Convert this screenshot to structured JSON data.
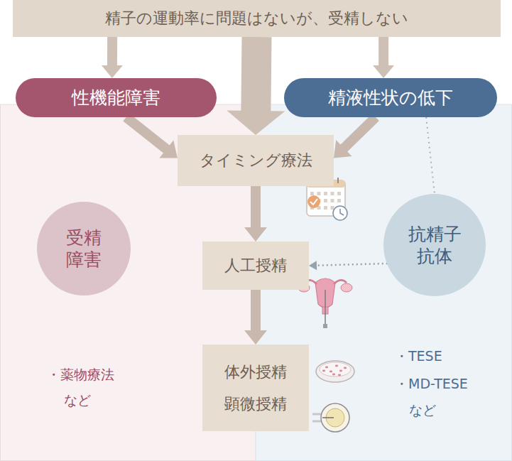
{
  "diagram": {
    "nodes": [
      {
        "text": [
          "精子の運動率に問題はないが、受精しない"
        ]
      },
      {
        "text": [
          "性機能障害"
        ]
      },
      {
        "text": [
          "精液性状の低下"
        ]
      },
      {
        "text": [
          "タイミング療法"
        ]
      },
      {
        "text": [
          "受精障害"
        ]
      },
      {
        "text": [
          "抗精子抗体"
        ]
      },
      {
        "text": [
          "人工授精"
        ]
      },
      {
        "text": [
          "体外授精",
          "顕微授精"
        ]
      }
    ],
    "edges": [
      {
        "from": 0,
        "to": 1,
        "arrow": "to"
      },
      {
        "from": 0,
        "to": 3,
        "arrow": "to"
      },
      {
        "from": 0,
        "to": 2,
        "arrow": "to"
      },
      {
        "from": 1,
        "to": 3,
        "arrow": "to"
      },
      {
        "from": 2,
        "to": 3,
        "arrow": "to"
      },
      {
        "from": 3,
        "to": 6,
        "arrow": "to"
      },
      {
        "from": 6,
        "to": 7,
        "arrow": "to"
      },
      {
        "from": 2,
        "to": 5,
        "arrow": "none"
      },
      {
        "from": 5,
        "to": 6,
        "arrow": "to"
      }
    ],
    "labels": [
      "・薬物療法",
      "など",
      "・TESE",
      "・MD-TESE",
      "など"
    ]
  }
}
